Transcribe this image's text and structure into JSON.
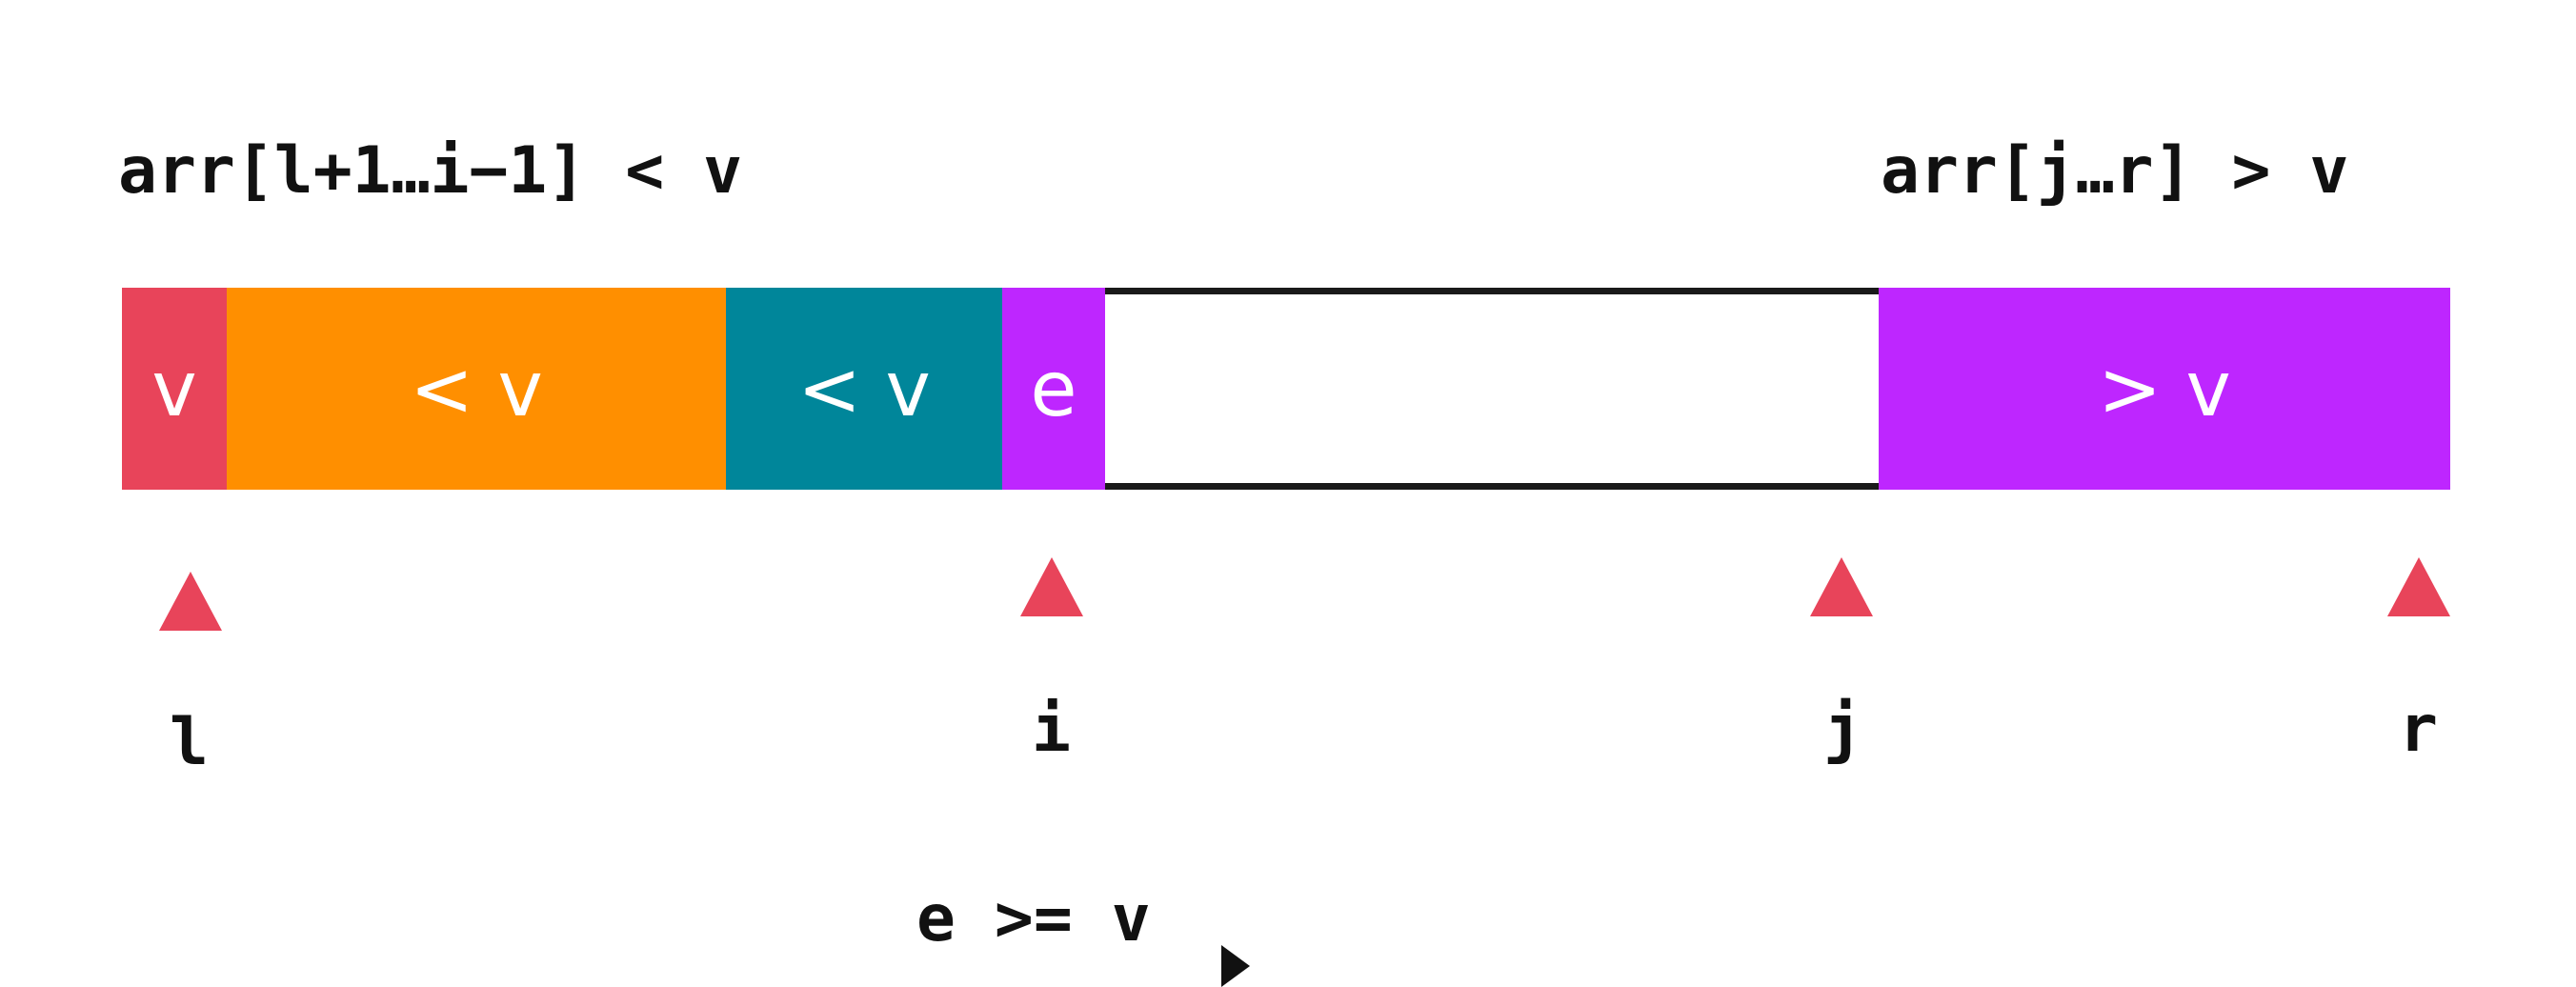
{
  "labels": {
    "left_range": "arr[l+1…i−1] < v",
    "right_range": "arr[j…r] > v",
    "condition": "e >= v"
  },
  "segments": [
    {
      "key": "pivot",
      "label": "v",
      "color": "#E8445A"
    },
    {
      "key": "less_1",
      "label": "< v",
      "color": "#FF8F00"
    },
    {
      "key": "less_2",
      "label": "< v",
      "color": "#00869A"
    },
    {
      "key": "current",
      "label": "e",
      "color": "#BE26FF"
    },
    {
      "key": "unknown",
      "label": "",
      "color": "#FFFFFF"
    },
    {
      "key": "greater",
      "label": "> v",
      "color": "#BE26FF"
    }
  ],
  "pointers": [
    {
      "label": "l"
    },
    {
      "label": "i"
    },
    {
      "label": "j"
    },
    {
      "label": "r"
    }
  ],
  "pointer_color": "#E8445A",
  "icons": {
    "pointer": "triangle-up-icon",
    "cursor": "mouse-cursor-icon"
  }
}
